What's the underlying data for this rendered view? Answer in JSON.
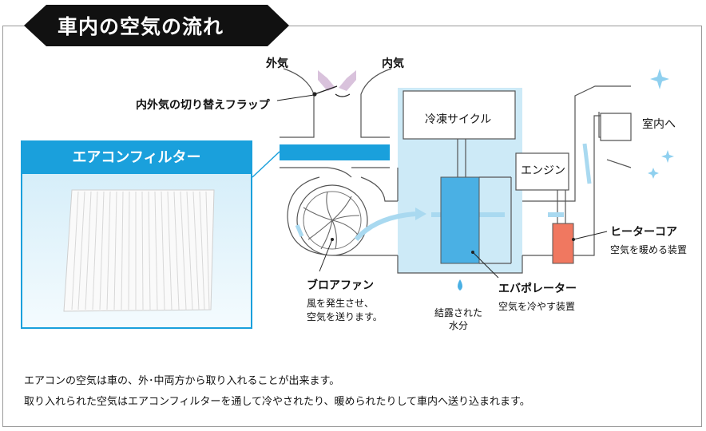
{
  "title": "車内の空気の流れ",
  "labels": {
    "outside_air": "外気",
    "inside_air": "内気",
    "flap": "内外気の切り替えフラップ",
    "filter_title": "エアコンフィルター",
    "refrigeration_cycle": "冷凍サイクル",
    "engine": "エンジン",
    "to_cabin": "室内へ",
    "heater_core": "ヒーターコア",
    "heater_core_desc": "空気を暖める装置",
    "blower_fan": "ブロアファン",
    "blower_fan_desc_1": "風を発生させ、",
    "blower_fan_desc_2": "空気を送ります。",
    "evaporator": "エバポレーター",
    "evaporator_desc": "空気を冷やす装置",
    "condensed_water_1": "結露された",
    "condensed_water_2": "水分"
  },
  "captions": [
    "エアコンの空気は車の、外･中両方から取り入れることが出来ます。",
    "取り入れられた空気はエアコンフィルターを通して冷やされたり、暖められたりして車内へ送り込まれます。"
  ],
  "colors": {
    "accent_blue": "#1aa0dc",
    "light_blue": "#cdeaf7",
    "evaporator": "#4ab0e4",
    "heater": "#f07860",
    "banner": "#111111",
    "flap_arrows": "#d9c2dc"
  },
  "icons": [
    "sparkle-icon",
    "water-drop-icon",
    "fan-icon"
  ]
}
